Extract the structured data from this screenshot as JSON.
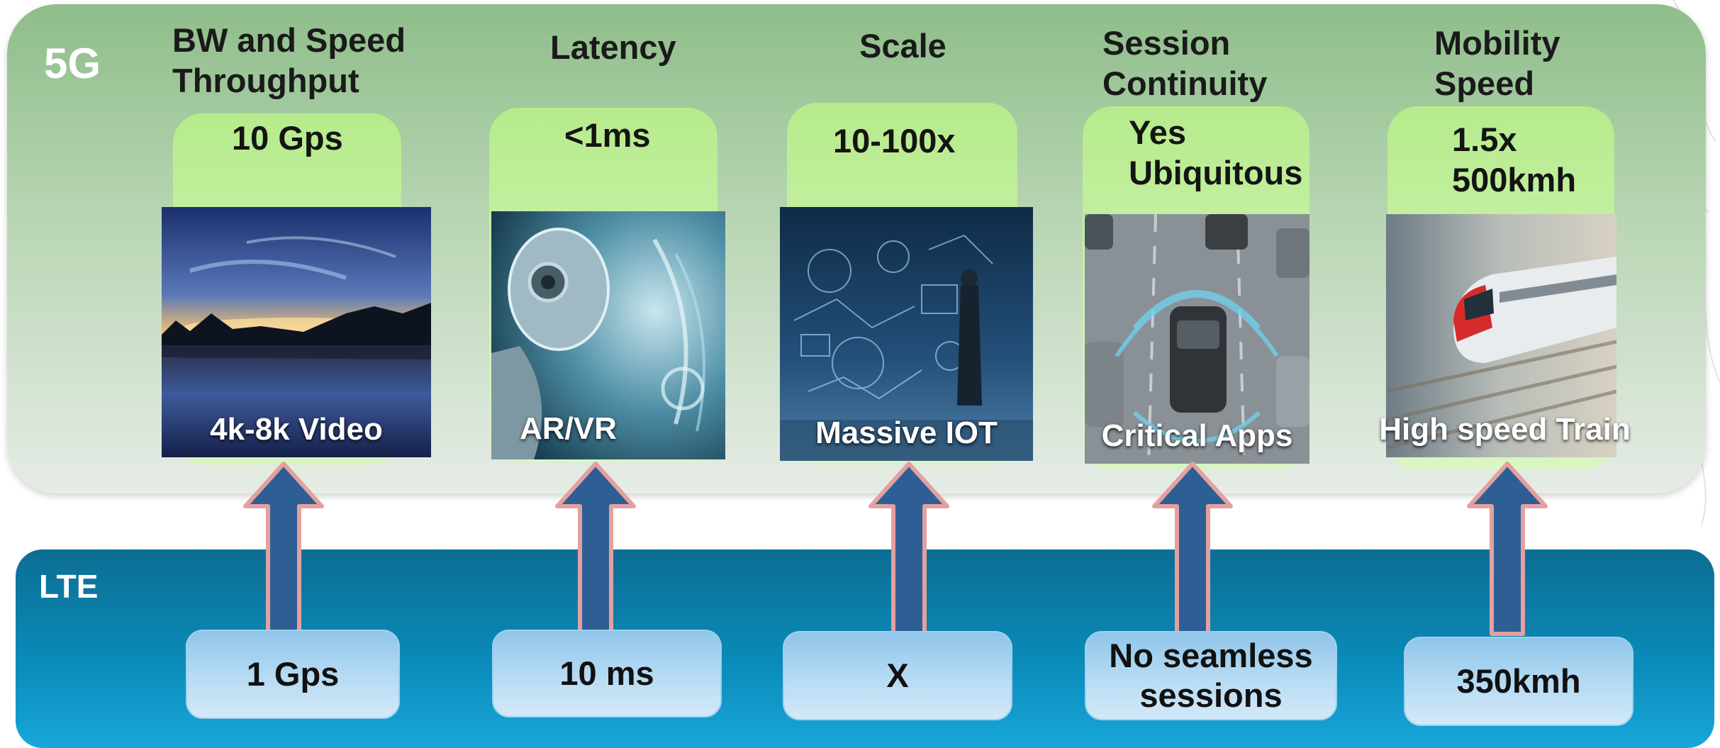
{
  "section_5g": {
    "label": "5G",
    "columns": [
      {
        "header": "BW and Speed\nThroughput",
        "metric": "10 Gps",
        "caption": "4k-8k Video",
        "image": "sunset-lake-photo"
      },
      {
        "header": "Latency",
        "metric": "<1ms",
        "caption": "AR/VR",
        "image": "android-robot-photo"
      },
      {
        "header": "Scale",
        "metric": "10-100x",
        "caption": "Massive IOT",
        "image": "businessman-iot-network-photo"
      },
      {
        "header": "Session\nContinuity",
        "metric": "Yes\nUbiquitous",
        "caption": "Critical Apps",
        "image": "connected-cars-highway-photo"
      },
      {
        "header": "Mobility\nSpeed",
        "metric": "1.5x\n500kmh",
        "caption": "High speed Train",
        "image": "high-speed-train-photo"
      }
    ]
  },
  "section_lte": {
    "label": "LTE",
    "values": [
      "1 Gps",
      "10 ms",
      "X",
      "No seamless\nsessions",
      "350kmh"
    ]
  },
  "colors": {
    "panel_5g_top": "#8fbd8a",
    "panel_lte": "#0a8ab8",
    "metric_box": "#c4ef9e",
    "arrow": "#2d5f94",
    "arrow_glow": "#e4a0a0"
  }
}
